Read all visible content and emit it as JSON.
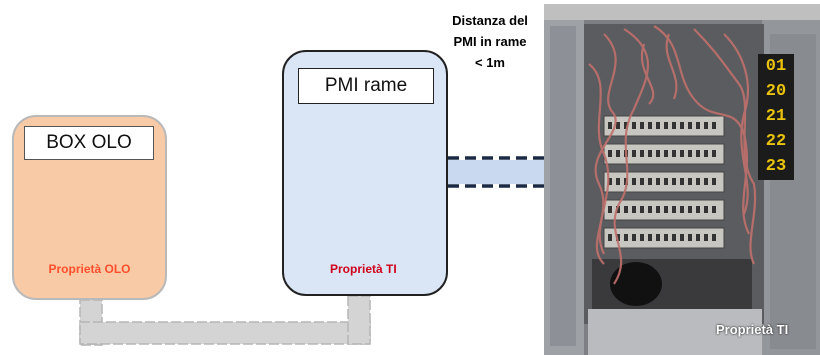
{
  "olo_box": {
    "title": "BOX OLO",
    "owner": "Proprietà OLO"
  },
  "pmi_box": {
    "title": "PMI rame",
    "owner": "Proprietà TI"
  },
  "distance_label": {
    "line1": "Distanza del",
    "line2": "PMI in rame",
    "line3": "< 1m"
  },
  "photo": {
    "owner": "Proprietà TI",
    "cabinet_numbers": [
      "01",
      "20",
      "21",
      "22",
      "23"
    ]
  },
  "colors": {
    "olo_fill": "#f8cba6",
    "pmi_fill": "#dae6f5",
    "olo_text": "#ff4e2d",
    "ti_text": "#d0021b",
    "duct": "#d0d0d0"
  }
}
